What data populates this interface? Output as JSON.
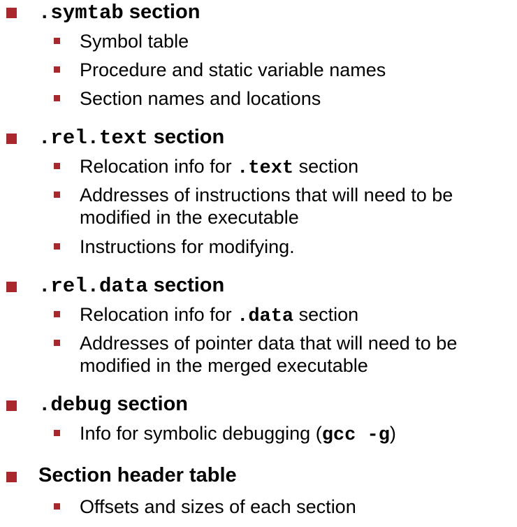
{
  "colors": {
    "bullet": "#a8282d",
    "text": "#000000",
    "background": "#ffffff"
  },
  "sections": [
    {
      "heading_code": ".symtab",
      "heading_text": " section",
      "items": [
        {
          "text": "Symbol table"
        },
        {
          "text": "Procedure and static variable names"
        },
        {
          "text": "Section names and locations"
        }
      ]
    },
    {
      "heading_code": ".rel.text",
      "heading_text": " section",
      "items": [
        {
          "pre": "Relocation info for ",
          "code": ".text",
          "post": " section"
        },
        {
          "line1": "Addresses of instructions that will need to be",
          "line2": "modified in the executable"
        },
        {
          "text": "Instructions for modifying."
        }
      ]
    },
    {
      "heading_code": ".rel.data",
      "heading_text": " section",
      "items": [
        {
          "pre": "Relocation info for ",
          "code": ".data",
          "post": " section"
        },
        {
          "line1": "Addresses of pointer data that will need to be",
          "line2": "modified in the merged executable"
        }
      ]
    },
    {
      "heading_code": ".debug",
      "heading_text": " section",
      "items": [
        {
          "pre": "Info for symbolic debugging (",
          "code": "gcc -g",
          "post": ")"
        }
      ]
    },
    {
      "heading_plain": "Section header table",
      "items": [
        {
          "text": "Offsets and sizes of each section"
        }
      ]
    }
  ]
}
